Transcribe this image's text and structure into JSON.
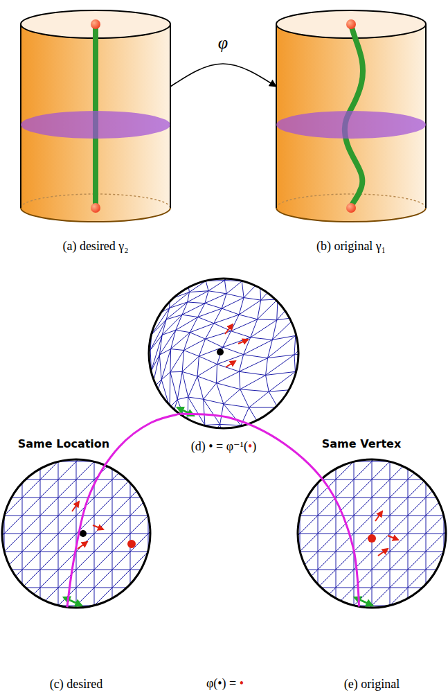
{
  "diagram": {
    "nodes": [
      {
        "text": [
          "(a) desired γ₂"
        ]
      },
      {
        "text": [
          "(b) original γ₁"
        ]
      },
      {
        "text": [
          "(d) • = φ⁻¹(•)"
        ]
      },
      {
        "text": [
          "(c) desired"
        ]
      },
      {
        "text": [
          "(e) original"
        ]
      }
    ],
    "edges": [
      {
        "from": 0,
        "to": 1,
        "arrow": "to",
        "label": "φ"
      },
      {
        "from": 3,
        "to": 2,
        "arrow": "none",
        "label": "Same Location"
      },
      {
        "from": 2,
        "to": 4,
        "arrow": "none",
        "label": "Same Vertex"
      }
    ],
    "labels": [
      "φ(•) = •"
    ]
  }
}
